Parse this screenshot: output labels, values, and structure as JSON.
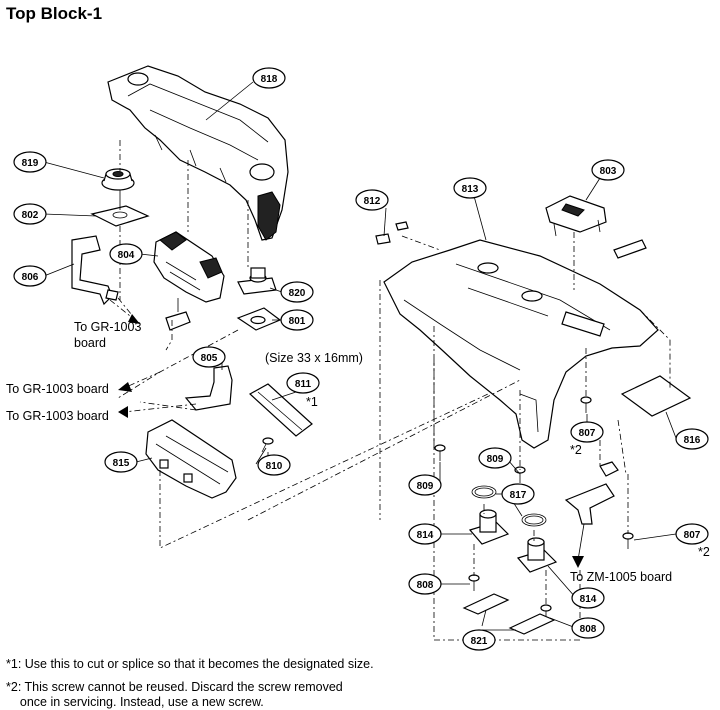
{
  "title": "Top Block-1",
  "callouts": {
    "c818": "818",
    "c819": "819",
    "c802": "802",
    "c804": "804",
    "c806": "806",
    "c820": "820",
    "c801": "801",
    "c805": "805",
    "c811": "811",
    "c815": "815",
    "c810": "810",
    "c812": "812",
    "c813": "813",
    "c803": "803",
    "c816": "816",
    "c807a": "807",
    "c807b": "807",
    "c809a": "809",
    "c809b": "809",
    "c817": "817",
    "c814a": "814",
    "c814b": "814",
    "c808a": "808",
    "c808b": "808",
    "c821": "821"
  },
  "annotations": {
    "gr1003_a_l1": "To GR-1003",
    "gr1003_a_l2": "board",
    "gr1003_b": "To GR-1003 board",
    "gr1003_c": "To GR-1003 board",
    "size": "(Size 33 x 16mm)",
    "star1": "*1",
    "star2a": "*2",
    "star2b": "*2",
    "zm1005": "To ZM-1005 board"
  },
  "notes": {
    "note1": "*1: Use this to cut or splice so that it becomes the designated size.",
    "note2": "*2: This screw cannot be reused. Discard the screw removed\n    once in servicing. Instead, use a new screw."
  }
}
